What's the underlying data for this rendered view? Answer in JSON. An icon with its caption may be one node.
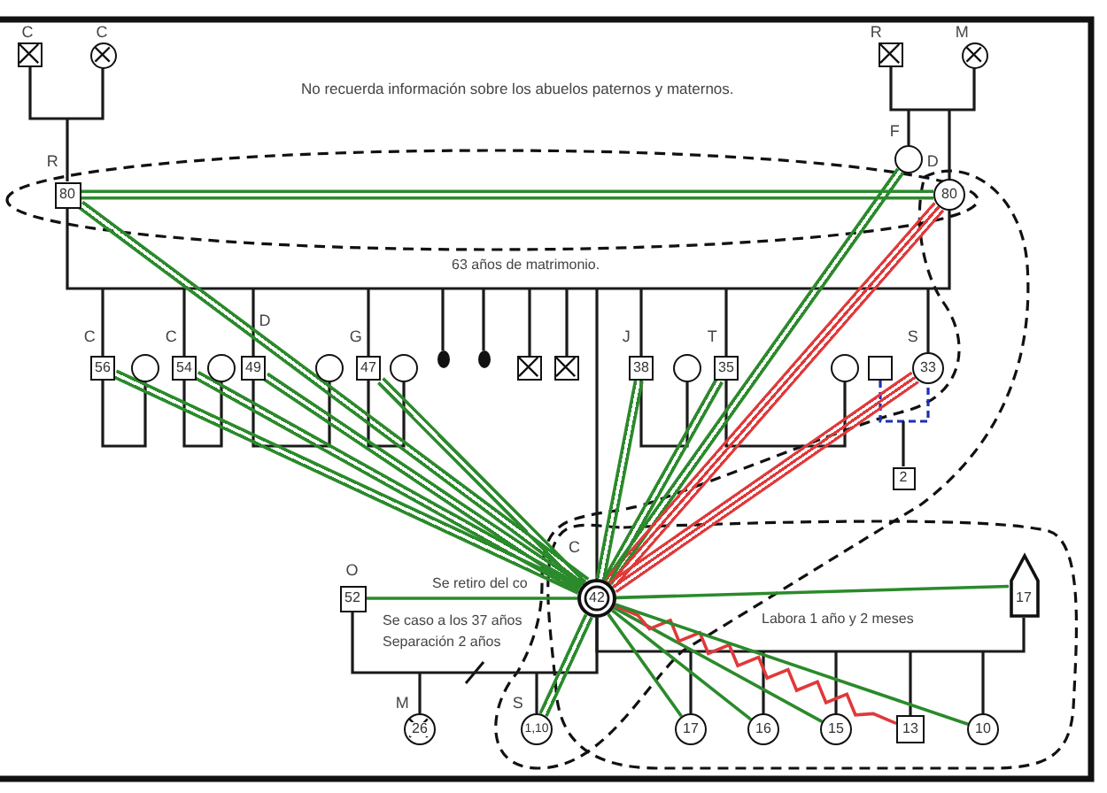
{
  "diagram": {
    "nodes": [
      {
        "text": [
          "C"
        ]
      },
      {
        "text": [
          "C"
        ]
      },
      {
        "text": [
          "R"
        ]
      },
      {
        "text": [
          "M"
        ]
      },
      {
        "text": [
          "R",
          "80"
        ]
      },
      {
        "text": [
          "F"
        ]
      },
      {
        "text": [
          "D",
          "80"
        ]
      },
      {
        "text": [
          "C",
          "56"
        ]
      },
      {
        "text": [],
        "shape": "circle"
      },
      {
        "text": [
          "C",
          "54"
        ]
      },
      {
        "text": [],
        "shape": "circle"
      },
      {
        "text": [
          "D",
          "49"
        ]
      },
      {
        "text": [],
        "shape": "circle"
      },
      {
        "text": [
          "G",
          "47"
        ]
      },
      {
        "text": [],
        "shape": "circle"
      },
      {
        "text": [],
        "shape": "circle"
      },
      {
        "text": [],
        "shape": "circle"
      },
      {
        "text": [],
        "shape": "box"
      },
      {
        "text": [],
        "shape": "box"
      },
      {
        "text": [
          "J",
          "38"
        ]
      },
      {
        "text": [],
        "shape": "circle"
      },
      {
        "text": [
          "T",
          "35"
        ]
      },
      {
        "text": [],
        "shape": "circle"
      },
      {
        "text": [],
        "shape": "box"
      },
      {
        "text": [
          "S",
          "33"
        ]
      },
      {
        "text": [
          "2"
        ]
      },
      {
        "text": [
          "O",
          "52"
        ]
      },
      {
        "text": [
          "C",
          "42"
        ]
      },
      {
        "text": [
          "17"
        ]
      },
      {
        "text": [
          "M",
          "26"
        ]
      },
      {
        "text": [
          "S",
          "1,10"
        ]
      },
      {
        "text": [
          "17"
        ]
      },
      {
        "text": [
          "16"
        ]
      },
      {
        "text": [
          "15"
        ]
      },
      {
        "text": [
          "13"
        ]
      },
      {
        "text": [
          "10"
        ]
      }
    ],
    "edges": [
      {
        "from": 0,
        "to": 1,
        "arrow": "none"
      },
      {
        "from": 2,
        "to": 3,
        "arrow": "none"
      },
      {
        "from": 4,
        "to": 6,
        "arrow": "none"
      },
      {
        "from": 7,
        "to": 8,
        "arrow": "none"
      },
      {
        "from": 9,
        "to": 10,
        "arrow": "none"
      },
      {
        "from": 11,
        "to": 12,
        "arrow": "none"
      },
      {
        "from": 13,
        "to": 14,
        "arrow": "none"
      },
      {
        "from": 19,
        "to": 20,
        "arrow": "none"
      },
      {
        "from": 21,
        "to": 22,
        "arrow": "none"
      },
      {
        "from": 23,
        "to": 24,
        "arrow": "none",
        "style": "dashed",
        "color": "#1f2fb0"
      },
      {
        "from": 26,
        "to": 27,
        "arrow": "none"
      },
      {
        "from": 27,
        "to": 28,
        "arrow": "none"
      },
      {
        "from": null,
        "to": 4,
        "arrow": "none"
      },
      {
        "from": null,
        "to": 5,
        "arrow": "none"
      },
      {
        "from": null,
        "to": 6,
        "arrow": "none"
      },
      {
        "from": null,
        "to": 7,
        "arrow": "none"
      },
      {
        "from": null,
        "to": 9,
        "arrow": "none"
      },
      {
        "from": null,
        "to": 11,
        "arrow": "none"
      },
      {
        "from": null,
        "to": 13,
        "arrow": "none"
      },
      {
        "from": null,
        "to": 15,
        "arrow": "none"
      },
      {
        "from": null,
        "to": 16,
        "arrow": "none"
      },
      {
        "from": null,
        "to": 17,
        "arrow": "none"
      },
      {
        "from": null,
        "to": 18,
        "arrow": "none"
      },
      {
        "from": null,
        "to": 27,
        "arrow": "none"
      },
      {
        "from": null,
        "to": 19,
        "arrow": "none"
      },
      {
        "from": null,
        "to": 21,
        "arrow": "none"
      },
      {
        "from": null,
        "to": 24,
        "arrow": "none"
      },
      {
        "from": null,
        "to": 25,
        "arrow": "none"
      },
      {
        "from": null,
        "to": 29,
        "arrow": "none"
      },
      {
        "from": null,
        "to": 30,
        "arrow": "none"
      },
      {
        "from": null,
        "to": 31,
        "arrow": "none"
      },
      {
        "from": null,
        "to": 32,
        "arrow": "none"
      },
      {
        "from": null,
        "to": 33,
        "arrow": "none"
      },
      {
        "from": null,
        "to": 34,
        "arrow": "none"
      },
      {
        "from": null,
        "to": 35,
        "arrow": "none"
      },
      {
        "from": 4,
        "to": 6,
        "arrow": "none",
        "style": "thick",
        "color": "#2b8a2b"
      },
      {
        "from": 27,
        "to": 4,
        "arrow": "none",
        "style": "thick",
        "color": "#2b8a2b"
      },
      {
        "from": 27,
        "to": 5,
        "arrow": "none",
        "style": "thick",
        "color": "#2b8a2b"
      },
      {
        "from": 27,
        "to": 6,
        "arrow": "none",
        "style": "thick",
        "color": "#e0393a"
      },
      {
        "from": 27,
        "to": 7,
        "arrow": "none",
        "style": "thick",
        "color": "#2b8a2b"
      },
      {
        "from": 27,
        "to": 9,
        "arrow": "none",
        "style": "thick",
        "color": "#2b8a2b"
      },
      {
        "from": 27,
        "to": 11,
        "arrow": "none",
        "style": "thick",
        "color": "#2b8a2b"
      },
      {
        "from": 27,
        "to": 13,
        "arrow": "none",
        "style": "thick",
        "color": "#2b8a2b"
      },
      {
        "from": 27,
        "to": 19,
        "arrow": "none",
        "style": "thick",
        "color": "#2b8a2b"
      },
      {
        "from": 27,
        "to": 21,
        "arrow": "none",
        "style": "thick",
        "color": "#2b8a2b"
      },
      {
        "from": 27,
        "to": 24,
        "arrow": "none",
        "style": "thick",
        "color": "#e0393a"
      },
      {
        "from": 27,
        "to": 26,
        "arrow": "none",
        "color": "#2b8a2b"
      },
      {
        "from": 27,
        "to": 28,
        "arrow": "none",
        "color": "#2b8a2b"
      },
      {
        "from": 27,
        "to": 30,
        "arrow": "none",
        "style": "thick",
        "color": "#2b8a2b"
      },
      {
        "from": 27,
        "to": 31,
        "arrow": "none",
        "color": "#2b8a2b"
      },
      {
        "from": 27,
        "to": 32,
        "arrow": "none",
        "color": "#2b8a2b"
      },
      {
        "from": 27,
        "to": 33,
        "arrow": "none",
        "color": "#2b8a2b"
      },
      {
        "from": 27,
        "to": 34,
        "arrow": "none",
        "color": "#e0393a"
      },
      {
        "from": 27,
        "to": 35,
        "arrow": "none",
        "color": "#2b8a2b"
      }
    ],
    "labels": [
      "No recuerda información sobre los abuelos paternos y maternos.",
      "63 años de matrimonio.",
      "Se retiro del co",
      "Se caso a los 37 años",
      "Separación 2 años",
      "Labora 1 año y 2 meses"
    ]
  }
}
